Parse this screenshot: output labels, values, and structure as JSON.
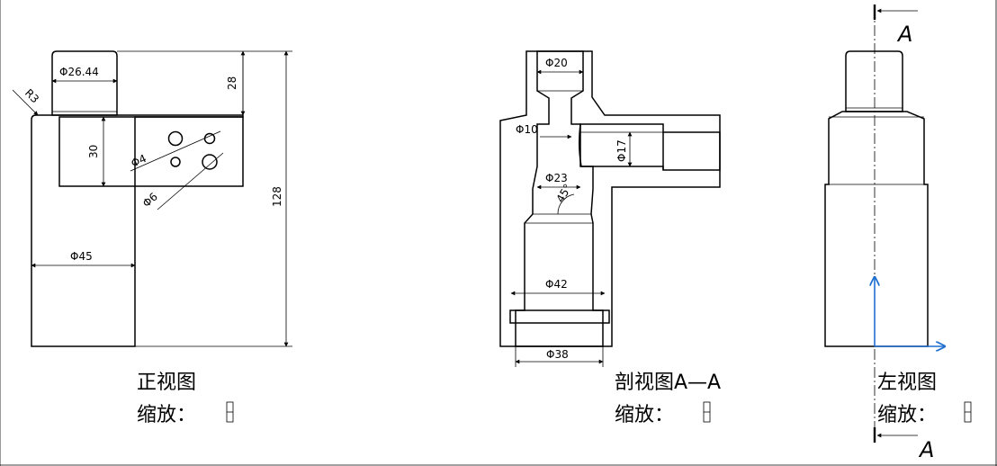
{
  "views": {
    "front": {
      "title": "正视图",
      "scale_label": "缩放：",
      "dims": {
        "d_neck": "Φ26.44",
        "h_neck": "28",
        "h_plate": "30",
        "total_height": "128",
        "radius": "R3",
        "d_hole_small": "Φ4",
        "d_hole_large": "Φ6",
        "d_body": "Φ45"
      }
    },
    "section": {
      "title": "剖视图A—A",
      "scale_label": "缩放：",
      "dims": {
        "d_top": "Φ20",
        "d_small": "Φ10",
        "d_side": "Φ17",
        "d_mid": "Φ23",
        "angle": "45°",
        "d_bore": "Φ42",
        "d_bottom": "Φ38"
      }
    },
    "left": {
      "title": "左视图",
      "scale_label": "缩放：",
      "section_letter_top": "A",
      "section_letter_bottom": "A"
    }
  },
  "colors": {
    "line": "#000000",
    "axis_marker": "#1f6fd1",
    "background": "#ffffff"
  }
}
